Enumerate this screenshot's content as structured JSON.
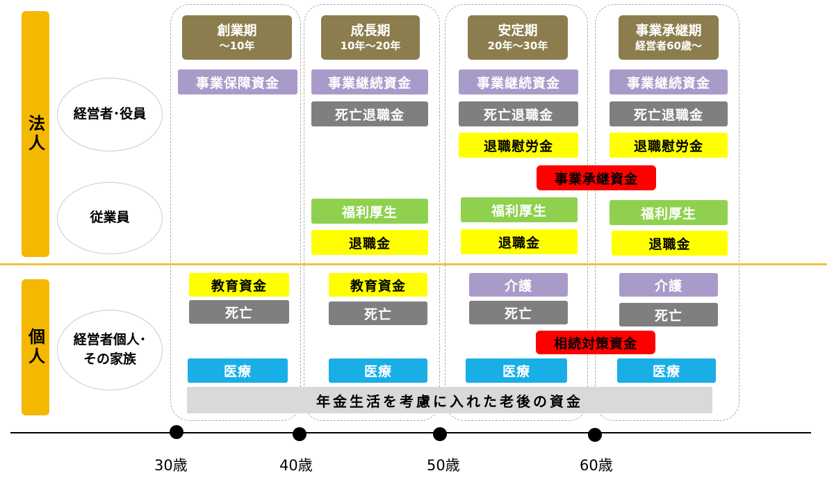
{
  "sections": {
    "corporate_label": "法人",
    "individual_label": "個人"
  },
  "groups": {
    "executives": "経営者･役員",
    "employees": "従業員",
    "owner_family_line1": "経営者個人･",
    "owner_family_line2": "その家族"
  },
  "periods": [
    {
      "title": "創業期",
      "sub": "～10年"
    },
    {
      "title": "成長期",
      "sub": "10年～20年"
    },
    {
      "title": "安定期",
      "sub": "20年～30年"
    },
    {
      "title": "事業承継期",
      "sub": "経営者60歳～"
    }
  ],
  "items": {
    "p1_executive": "事業保障資金",
    "p2_executive": "事業継続資金",
    "p2_death_retirement": "死亡退職金",
    "p2_welfare": "福利厚生",
    "p2_retirement": "退職金",
    "p3_executive": "事業継続資金",
    "p3_death_retirement": "死亡退職金",
    "p3_merit_retirement": "退職慰労金",
    "p3_welfare": "福利厚生",
    "p3_retirement": "退職金",
    "p4_executive": "事業継続資金",
    "p4_death_retirement": "死亡退職金",
    "p4_merit_retirement": "退職慰労金",
    "p4_welfare": "福利厚生",
    "p4_retirement": "退職金",
    "succession_funds": "事業承継資金",
    "p1_education": "教育資金",
    "p1_death": "死亡",
    "p1_medical": "医療",
    "p2_education": "教育資金",
    "p2_death": "死亡",
    "p2_medical": "医療",
    "p3_care": "介護",
    "p3_death": "死亡",
    "p3_medical": "医療",
    "p4_care": "介護",
    "p4_death": "死亡",
    "p4_medical": "医療",
    "inheritance_funds": "相続対策資金",
    "pension_bar": "年金生活を考慮に入れた老後の資金"
  },
  "ages": [
    "30歳",
    "40歳",
    "50歳",
    "60歳"
  ],
  "colors": {
    "sidebar": "#f5b800",
    "header": "#8b7d4d",
    "purple": "#a99bc9",
    "gray": "#7f7f7f",
    "yellow": "#ffff00",
    "green": "#8fd14f",
    "blue": "#19aee6",
    "red": "#ff0000",
    "divider": "#f0c040"
  }
}
